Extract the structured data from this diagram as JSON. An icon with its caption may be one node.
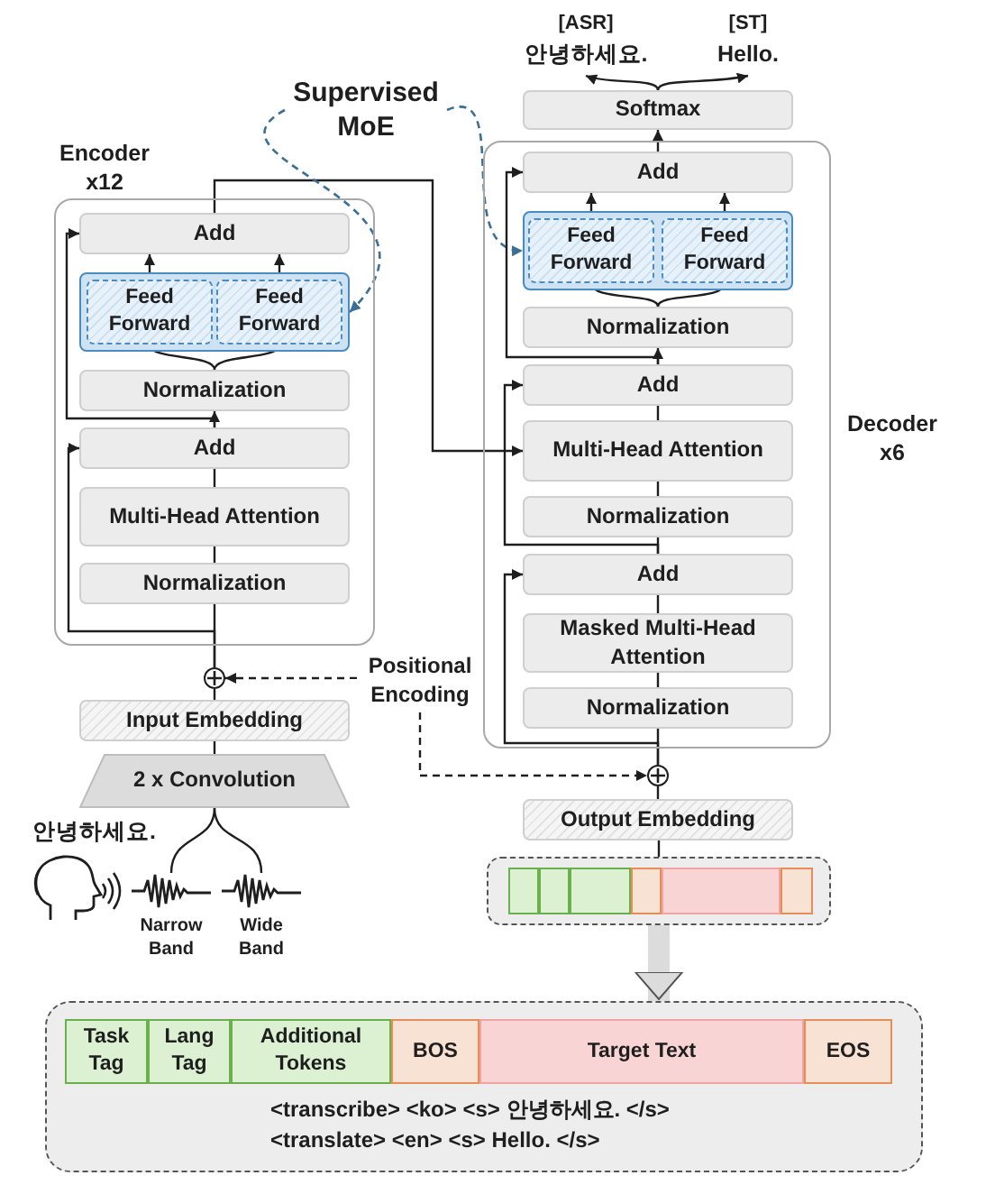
{
  "diagram": {
    "nodes": [
      {
        "text": [
          "[ASR]",
          "안녕하세요."
        ]
      },
      {
        "text": [
          "[ST]",
          "Hello."
        ]
      },
      {
        "text": [
          "Supervised MoE"
        ]
      },
      {
        "text": [
          "Softmax"
        ]
      },
      {
        "text": [
          "Encoder x12"
        ]
      },
      {
        "text": [
          "Add"
        ],
        "in": 4
      },
      {
        "text": [],
        "shape": "box",
        "in": 4
      },
      {
        "text": [
          "Feed Forward"
        ],
        "in": 6
      },
      {
        "text": [
          "Feed Forward"
        ],
        "in": 6
      },
      {
        "text": [
          "Normalization"
        ],
        "in": 4
      },
      {
        "text": [
          "Add"
        ],
        "in": 4
      },
      {
        "text": [
          "Multi-Head Attention"
        ],
        "in": 4
      },
      {
        "text": [
          "Normalization"
        ],
        "in": 4
      },
      {
        "text": [
          "Decoder x6"
        ]
      },
      {
        "text": [
          "Add"
        ],
        "in": 13
      },
      {
        "text": [],
        "shape": "box",
        "in": 13
      },
      {
        "text": [
          "Feed Forward"
        ],
        "in": 15
      },
      {
        "text": [
          "Feed Forward"
        ],
        "in": 15
      },
      {
        "text": [
          "Normalization"
        ],
        "in": 13
      },
      {
        "text": [
          "Add"
        ],
        "in": 13
      },
      {
        "text": [
          "Multi-Head Attention"
        ],
        "in": 13
      },
      {
        "text": [
          "Normalization"
        ],
        "in": 13
      },
      {
        "text": [
          "Add"
        ],
        "in": 13
      },
      {
        "text": [
          "Masked Multi-Head Attention"
        ],
        "in": 13
      },
      {
        "text": [
          "Normalization"
        ],
        "in": 13
      },
      {
        "text": [],
        "shape": "circle"
      },
      {
        "text": [
          "Positional Encoding"
        ]
      },
      {
        "text": [
          "Input Embedding"
        ]
      },
      {
        "text": [],
        "shape": "circle"
      },
      {
        "text": [
          "2 x Convolution"
        ]
      },
      {
        "text": [
          "Output Embedding"
        ]
      },
      {
        "text": [
          "Narrow Band"
        ]
      },
      {
        "text": [
          "Wide Band"
        ]
      },
      {
        "text": [],
        "shape": "box"
      },
      {
        "text": [],
        "shape": "box",
        "in": 33
      },
      {
        "text": [],
        "shape": "box",
        "in": 33
      },
      {
        "text": [],
        "shape": "box",
        "in": 33
      },
      {
        "text": [],
        "shape": "box",
        "in": 33
      },
      {
        "text": [],
        "shape": "box",
        "in": 33
      },
      {
        "text": [],
        "shape": "box",
        "in": 33
      },
      {
        "text": [
          "<transcribe> <ko> <s> 안녕하세요. </s>",
          "<translate> <en> <s> Hello. </s>"
        ]
      },
      {
        "text": [
          "Task Tag"
        ],
        "in": 40
      },
      {
        "text": [
          "Lang Tag"
        ],
        "in": 40
      },
      {
        "text": [
          "Additional Tokens"
        ],
        "in": 40
      },
      {
        "text": [
          "BOS"
        ],
        "in": 40
      },
      {
        "text": [
          "Target Text"
        ],
        "in": 40
      },
      {
        "text": [
          "EOS"
        ],
        "in": 40
      }
    ],
    "edges": [
      {
        "from": 29,
        "to": 27,
        "arrow": "none"
      },
      {
        "from": 27,
        "to": 25,
        "arrow": "none"
      },
      {
        "from": 25,
        "to": 12,
        "arrow": "none"
      },
      {
        "from": 25,
        "to": 10,
        "arrow": "to"
      },
      {
        "from": 12,
        "to": 11,
        "arrow": "none"
      },
      {
        "from": 11,
        "to": 10,
        "arrow": "none"
      },
      {
        "from": 10,
        "to": 9,
        "arrow": "to"
      },
      {
        "from": 10,
        "to": 5,
        "arrow": "to"
      },
      {
        "from": 9,
        "to": 7,
        "arrow": "none"
      },
      {
        "from": 9,
        "to": 8,
        "arrow": "none"
      },
      {
        "from": 7,
        "to": 5,
        "arrow": "to"
      },
      {
        "from": 8,
        "to": 5,
        "arrow": "to"
      },
      {
        "from": 5,
        "to": 20,
        "arrow": "to"
      },
      {
        "from": 26,
        "to": 25,
        "arrow": "to",
        "style": "dashed"
      },
      {
        "from": 26,
        "to": 28,
        "arrow": "to",
        "style": "dashed"
      },
      {
        "from": 2,
        "to": 6,
        "arrow": "to",
        "style": "dashed",
        "color": "#3b6f96"
      },
      {
        "from": 2,
        "to": 15,
        "arrow": "to",
        "style": "dashed",
        "color": "#3b6f96"
      },
      {
        "from": 30,
        "to": 28,
        "arrow": "none"
      },
      {
        "from": 28,
        "to": 24,
        "arrow": "none"
      },
      {
        "from": 28,
        "to": 22,
        "arrow": "to"
      },
      {
        "from": 24,
        "to": 23,
        "arrow": "none"
      },
      {
        "from": 23,
        "to": 22,
        "arrow": "none"
      },
      {
        "from": 22,
        "to": 21,
        "arrow": "none"
      },
      {
        "from": 22,
        "to": 19,
        "arrow": "to"
      },
      {
        "from": 21,
        "to": 20,
        "arrow": "none"
      },
      {
        "from": 20,
        "to": 19,
        "arrow": "none"
      },
      {
        "from": 19,
        "to": 18,
        "arrow": "to"
      },
      {
        "from": 19,
        "to": 14,
        "arrow": "to"
      },
      {
        "from": 18,
        "to": 16,
        "arrow": "none"
      },
      {
        "from": 18,
        "to": 17,
        "arrow": "none"
      },
      {
        "from": 16,
        "to": 14,
        "arrow": "to"
      },
      {
        "from": 17,
        "to": 14,
        "arrow": "to"
      },
      {
        "from": 14,
        "to": 3,
        "arrow": "to"
      },
      {
        "from": 3,
        "to": 0,
        "arrow": "to"
      },
      {
        "from": 3,
        "to": 1,
        "arrow": "to"
      },
      {
        "from": 29,
        "to": 31,
        "arrow": "none"
      },
      {
        "from": 29,
        "to": 32,
        "arrow": "none"
      },
      {
        "from": 33,
        "to": 30,
        "arrow": "none"
      },
      {
        "from": 33,
        "to": 40,
        "arrow": "to",
        "style": "thick",
        "color": "#dcdcdc"
      }
    ],
    "labels": [
      "안녕하세요."
    ]
  }
}
